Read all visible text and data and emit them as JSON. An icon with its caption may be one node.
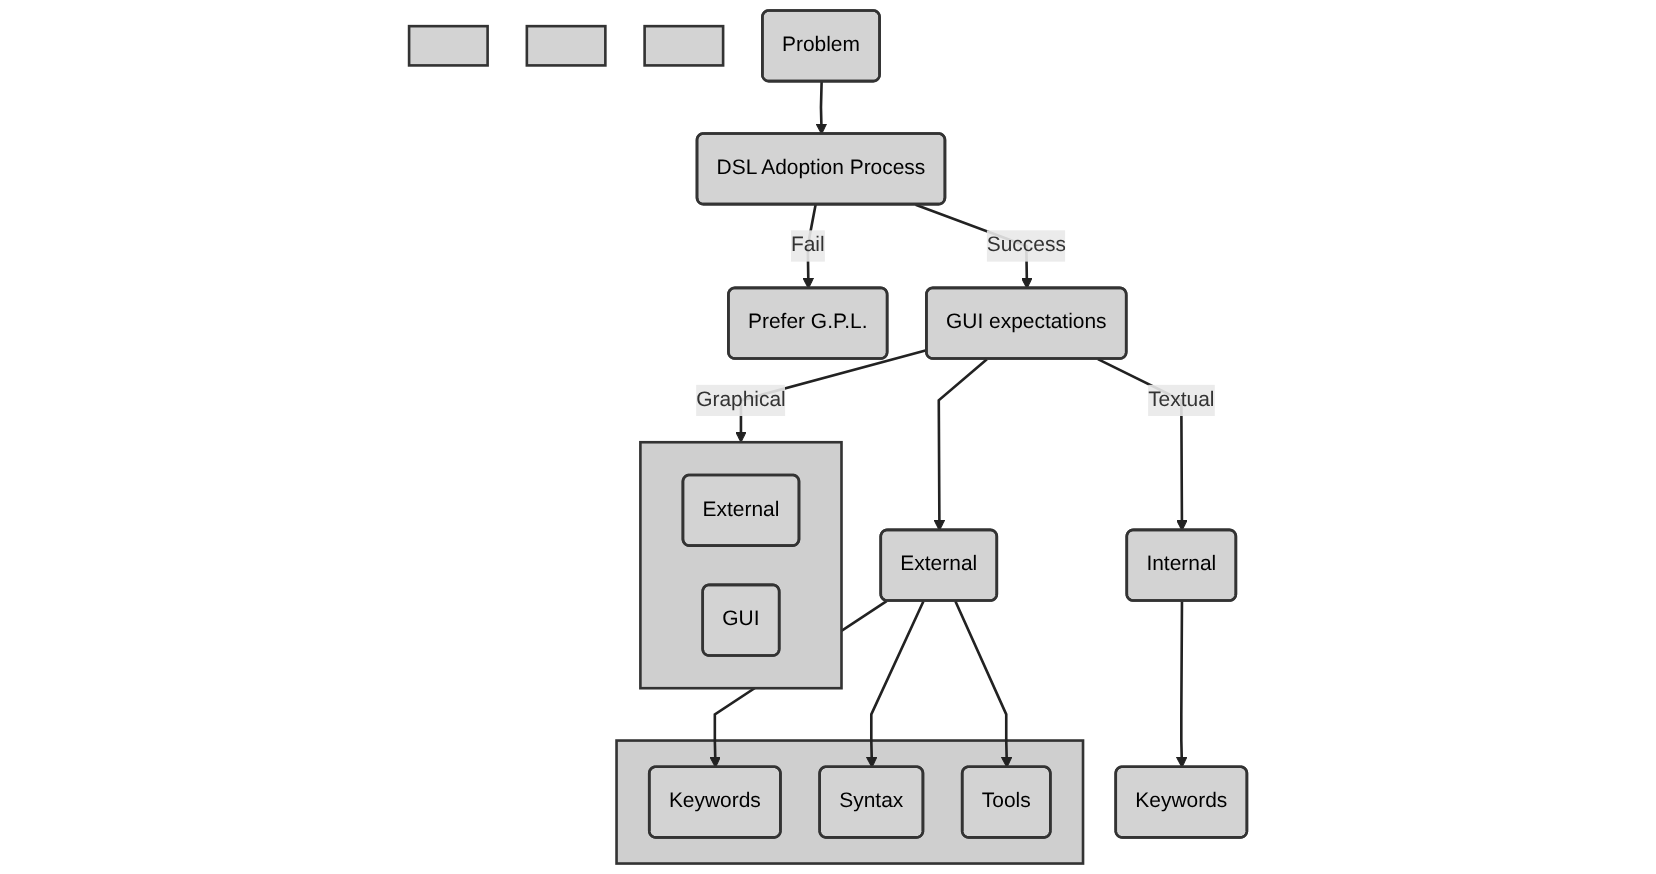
{
  "diagram": {
    "nodes": [
      {
        "text": [],
        "shape": "box"
      },
      {
        "text": [],
        "shape": "box"
      },
      {
        "text": [],
        "shape": "box"
      },
      {
        "text": [
          "Problem"
        ]
      },
      {
        "text": [
          "DSL Adoption Process"
        ]
      },
      {
        "text": [
          "Prefer G.P.L."
        ]
      },
      {
        "text": [
          "GUI expectations"
        ]
      },
      {
        "text": [],
        "shape": "box"
      },
      {
        "text": [
          "External"
        ],
        "in": 7
      },
      {
        "text": [
          "GUI"
        ],
        "in": 7
      },
      {
        "text": [
          "Internal"
        ]
      },
      {
        "text": [
          "External"
        ]
      },
      {
        "text": [
          "Keywords"
        ]
      },
      {
        "text": [],
        "shape": "box"
      },
      {
        "text": [
          "Keywords"
        ],
        "in": 13
      },
      {
        "text": [
          "Syntax"
        ],
        "in": 13
      },
      {
        "text": [
          "Tools"
        ],
        "in": 13
      }
    ],
    "edges": [
      {
        "from": 3,
        "to": 4,
        "arrow": "to"
      },
      {
        "from": 4,
        "to": 5,
        "label": "Fail",
        "arrow": "to"
      },
      {
        "from": 4,
        "to": 6,
        "label": "Success",
        "arrow": "to"
      },
      {
        "from": 6,
        "to": 7,
        "label": "Graphical",
        "arrow": "to"
      },
      {
        "from": 6,
        "to": 10,
        "label": "Textual",
        "arrow": "to"
      },
      {
        "from": 6,
        "to": 11,
        "arrow": "to"
      },
      {
        "from": 10,
        "to": 12,
        "arrow": "to"
      },
      {
        "from": 11,
        "to": 14,
        "arrow": "to"
      },
      {
        "from": 11,
        "to": 15,
        "arrow": "to"
      },
      {
        "from": 11,
        "to": 16,
        "arrow": "to"
      }
    ]
  }
}
